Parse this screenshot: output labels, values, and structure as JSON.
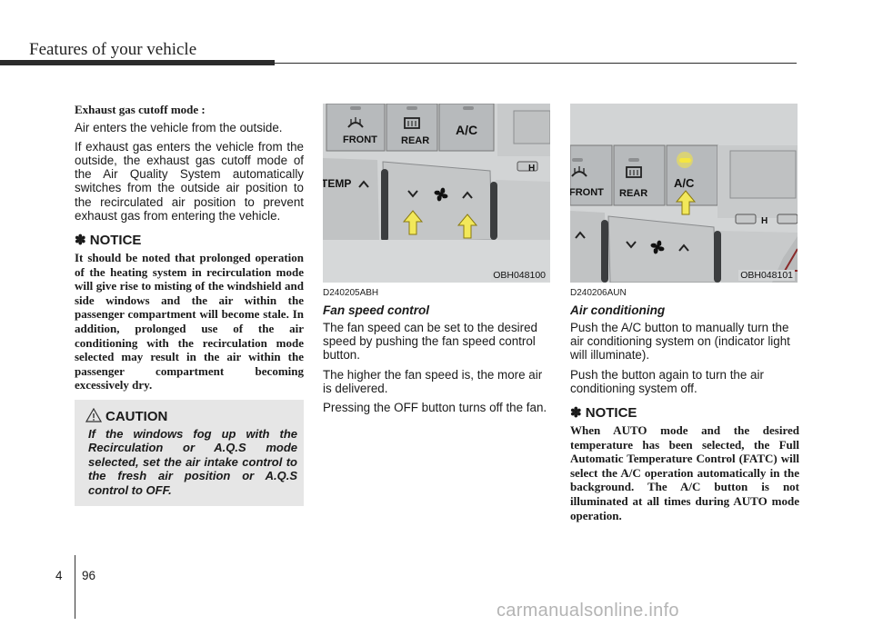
{
  "header": {
    "title": "Features of your vehicle"
  },
  "left_column": {
    "exhaust_heading": "Exhaust gas cutoff mode :",
    "p1": "Air enters the vehicle from the outside.",
    "p2": "If exhaust gas enters the vehicle from the outside, the exhaust gas cutoff mode of the Air Quality System automatically switches from the outside air position to the recirculated air position to prevent exhaust gas from entering the vehicle.",
    "notice_symbol": "✽",
    "notice_title": "NOTICE",
    "notice_text": "It should be noted that prolonged operation of the heating system in recirculation mode will give rise to misting of the windshield and side windows and the air within the passenger compartment will become stale. In addition, prolonged use of the air conditioning with the recirculation mode selected may result in the air within the passenger compartment becoming excessively dry.",
    "caution_title": "CAUTION",
    "caution_text": "If the windows fog up with the Recirculation or A.Q.S mode selected, set the air intake control to the fresh air position or A.Q.S control to OFF."
  },
  "middle_column": {
    "photo_code": "OBH048100",
    "photo_labels": {
      "front": "FRONT",
      "rear": "REAR",
      "ac": "A/C",
      "temp": "TEMP",
      "h": "H"
    },
    "code": "D240205ABH",
    "heading": "Fan speed control",
    "p1": "The fan speed can be set to the desired speed by pushing the fan speed control button.",
    "p2": "The higher the fan speed is, the more air is delivered.",
    "p3": "Pressing the OFF button turns off the fan."
  },
  "right_column": {
    "photo_code": "OBH048101",
    "photo_labels": {
      "front": "FRONT",
      "rear": "REAR",
      "ac": "A/C",
      "h": "H"
    },
    "code": "D240206AUN",
    "heading": "Air conditioning",
    "p1": "Push the A/C button to manually turn the air conditioning system on (indicator light will illuminate).",
    "p2": "Push the button again to turn the air conditioning system off.",
    "notice_symbol": "✽",
    "notice_title": "NOTICE",
    "notice_text": "When AUTO mode and the desired temperature has been selected, the Full Automatic Temperature Control (FATC) will select the A/C operation automatically in the background. The A/C button is not illuminated at all times during AUTO mode operation."
  },
  "footer": {
    "chapter": "4",
    "page": "96"
  },
  "watermark": "carmanualsonline.info",
  "colors": {
    "arrow_fill": "#f2e85a",
    "arrow_stroke": "#8a7a10",
    "indicator_glow": "#f5e640",
    "caution_bg": "#e6e6e6"
  }
}
